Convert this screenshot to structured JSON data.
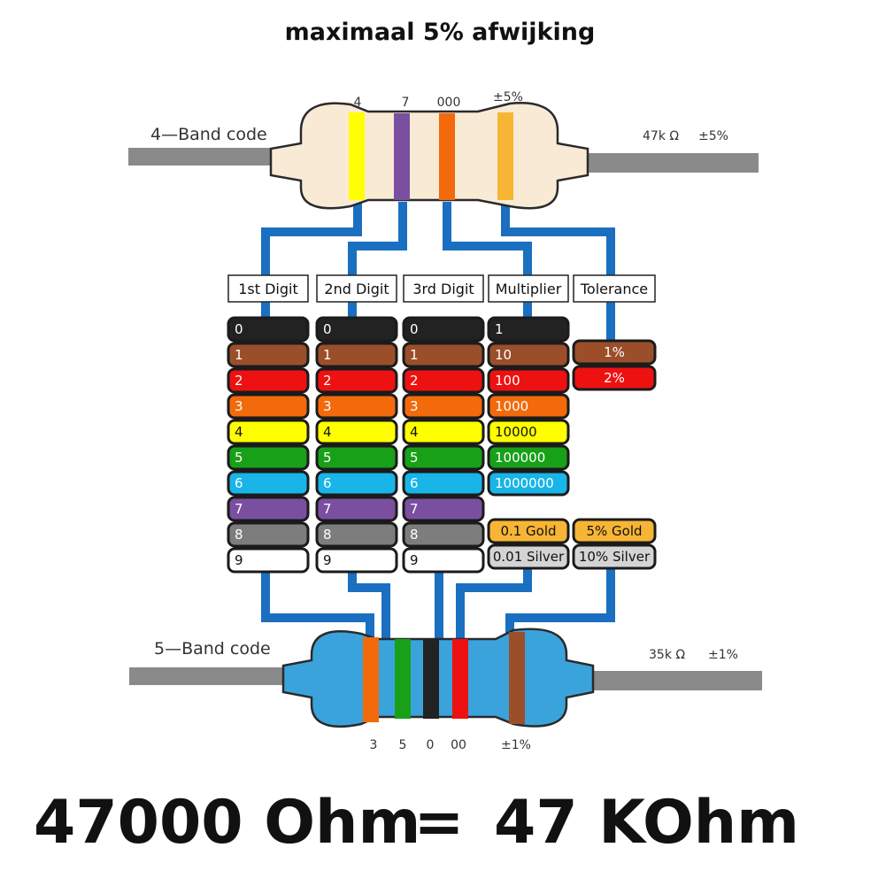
{
  "title": "maximaal 5% afwijking",
  "colors": {
    "black": "#222222",
    "brown": "#9a4f2a",
    "red": "#ee1111",
    "orange": "#f26a0c",
    "yellow": "#ffff00",
    "green": "#18a018",
    "blue": "#19b4e8",
    "violet": "#7a4fa0",
    "gray": "#7d7d7d",
    "white": "#ffffff",
    "gold": "#f7b535",
    "silver": "#d4d4d4",
    "wire": "#1a6fc0",
    "lead": "#8a8a8a"
  },
  "four_band": {
    "label": "4—Band code",
    "value": "47k Ω",
    "tolerance": "±5%",
    "bands": [
      {
        "label": "4",
        "color": "yellow"
      },
      {
        "label": "7",
        "color": "violet"
      },
      {
        "label": "000",
        "color": "orange"
      },
      {
        "label": "±5%",
        "color": "gold"
      }
    ]
  },
  "five_band": {
    "label": "5—Band code",
    "value": "35k Ω",
    "tolerance": "±1%",
    "bands": [
      {
        "label": "3",
        "color": "orange"
      },
      {
        "label": "5",
        "color": "green"
      },
      {
        "label": "0",
        "color": "black"
      },
      {
        "label": "00",
        "color": "red"
      },
      {
        "label": "±1%",
        "color": "brown"
      }
    ]
  },
  "columns": [
    {
      "header": "1st Digit",
      "chips": [
        {
          "text": "0",
          "color": "black"
        },
        {
          "text": "1",
          "color": "brown"
        },
        {
          "text": "2",
          "color": "red"
        },
        {
          "text": "3",
          "color": "orange"
        },
        {
          "text": "4",
          "color": "yellow"
        },
        {
          "text": "5",
          "color": "green"
        },
        {
          "text": "6",
          "color": "blue"
        },
        {
          "text": "7",
          "color": "violet"
        },
        {
          "text": "8",
          "color": "gray"
        },
        {
          "text": "9",
          "color": "white"
        }
      ]
    },
    {
      "header": "2nd Digit",
      "chips": [
        {
          "text": "0",
          "color": "black"
        },
        {
          "text": "1",
          "color": "brown"
        },
        {
          "text": "2",
          "color": "red"
        },
        {
          "text": "3",
          "color": "orange"
        },
        {
          "text": "4",
          "color": "yellow"
        },
        {
          "text": "5",
          "color": "green"
        },
        {
          "text": "6",
          "color": "blue"
        },
        {
          "text": "7",
          "color": "violet"
        },
        {
          "text": "8",
          "color": "gray"
        },
        {
          "text": "9",
          "color": "white"
        }
      ]
    },
    {
      "header": "3rd Digit",
      "chips": [
        {
          "text": "0",
          "color": "black"
        },
        {
          "text": "1",
          "color": "brown"
        },
        {
          "text": "2",
          "color": "red"
        },
        {
          "text": "3",
          "color": "orange"
        },
        {
          "text": "4",
          "color": "yellow"
        },
        {
          "text": "5",
          "color": "green"
        },
        {
          "text": "6",
          "color": "blue"
        },
        {
          "text": "7",
          "color": "violet"
        },
        {
          "text": "8",
          "color": "gray"
        },
        {
          "text": "9",
          "color": "white"
        }
      ]
    },
    {
      "header": "Multiplier",
      "chips": [
        {
          "text": "1",
          "color": "black"
        },
        {
          "text": "10",
          "color": "brown"
        },
        {
          "text": "100",
          "color": "red"
        },
        {
          "text": "1000",
          "color": "orange"
        },
        {
          "text": "10000",
          "color": "yellow"
        },
        {
          "text": "100000",
          "color": "green"
        },
        {
          "text": "1000000",
          "color": "blue"
        }
      ],
      "extra": [
        {
          "text": "0.1 Gold",
          "color": "gold"
        },
        {
          "text": "0.01 Silver",
          "color": "silver"
        }
      ]
    },
    {
      "header": "Tolerance",
      "chips": [
        {
          "text": "1%",
          "color": "brown"
        },
        {
          "text": "2%",
          "color": "red"
        }
      ],
      "extra": [
        {
          "text": "5% Gold",
          "color": "gold"
        },
        {
          "text": "10% Silver",
          "color": "silver"
        }
      ]
    }
  ],
  "bottom": {
    "left": "47000 Ohm",
    "equals": "=",
    "right": "47 KOhm"
  }
}
